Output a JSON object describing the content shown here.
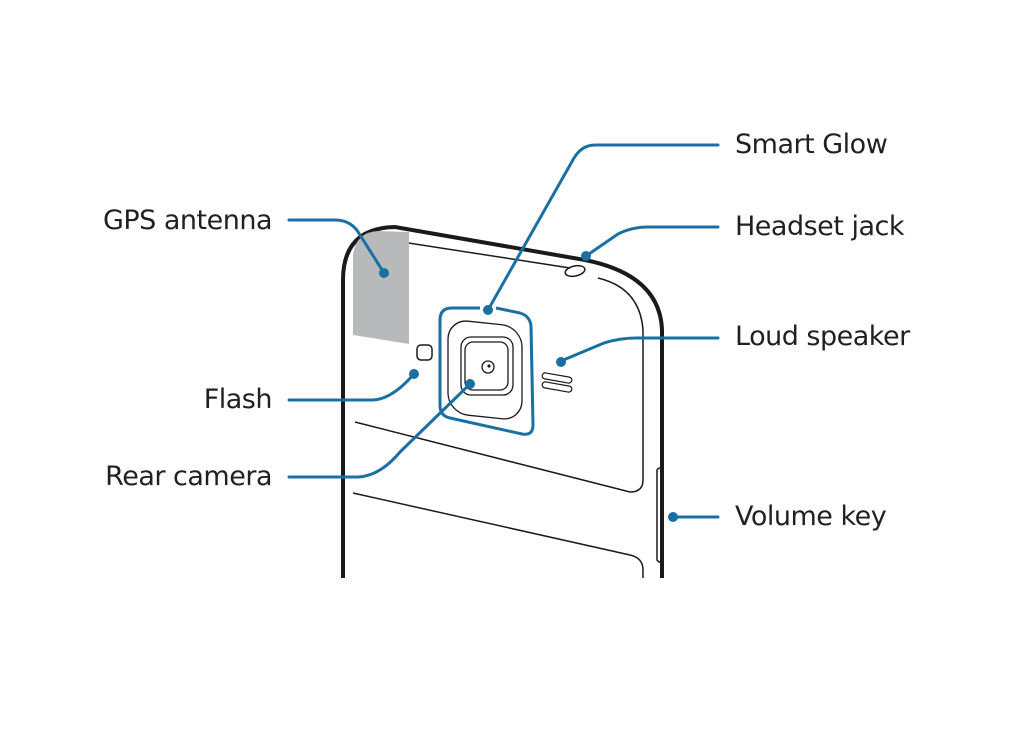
{
  "diagram": {
    "subject": "Smartphone rear view",
    "accent_color": "#1a6fa3",
    "antenna_color": "#b8b9bb",
    "labels": {
      "gps_antenna": "GPS antenna",
      "flash": "Flash",
      "rear_camera": "Rear camera",
      "smart_glow": "Smart Glow",
      "headset_jack": "Headset jack",
      "loud_speaker": "Loud speaker",
      "volume_key": "Volume key"
    }
  }
}
